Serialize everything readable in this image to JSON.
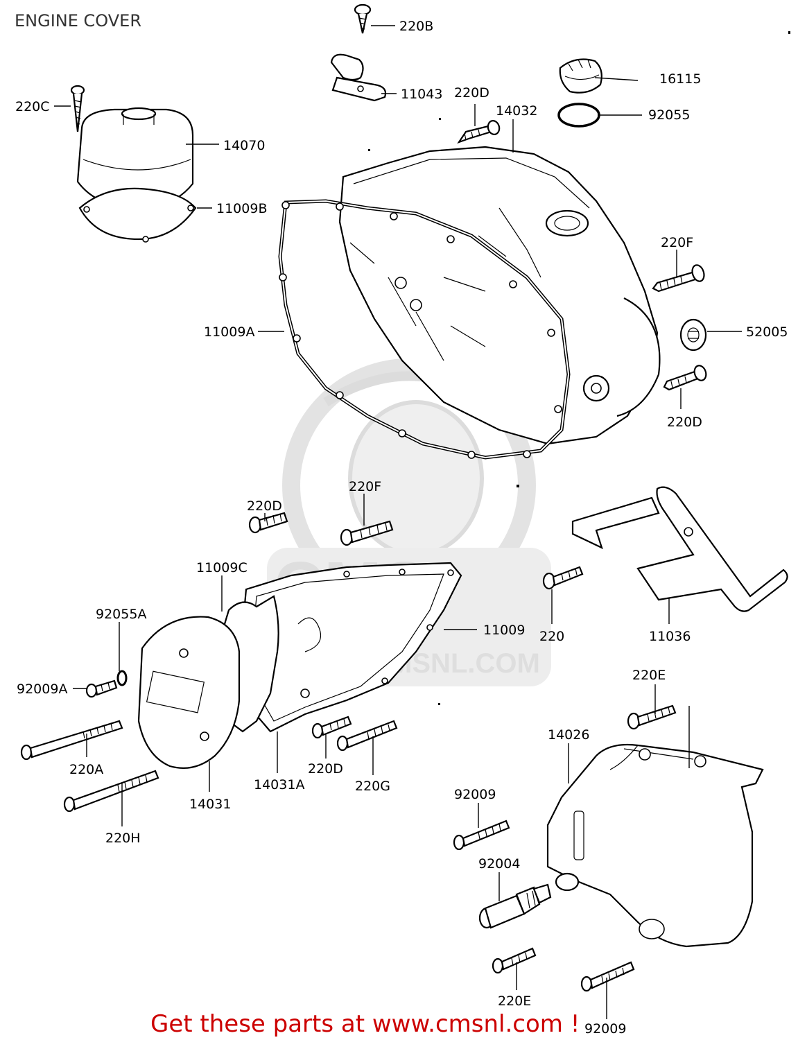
{
  "title": "ENGINE COVER",
  "labels": {
    "p220B": "220B",
    "p11043": "11043",
    "p220D_top": "220D",
    "p14032": "14032",
    "p16115": "16115",
    "p92055": "92055",
    "p220C": "220C",
    "p14070": "14070",
    "p11009B": "11009B",
    "p220F_right": "220F",
    "p11009A": "11009A",
    "p52005": "52005",
    "p220D_right": "220D",
    "p220D_mid": "220D",
    "p220F_mid": "220F",
    "p11009C": "11009C",
    "p92055A": "92055A",
    "p11009": "11009",
    "p220": "220",
    "p11036": "11036",
    "p92009A": "92009A",
    "p220E_top": "220E",
    "p14026": "14026",
    "p220A": "220A",
    "p14031A": "14031A",
    "p220D_low": "220D",
    "p220G": "220G",
    "p14031": "14031",
    "p92009_top": "92009",
    "p220H": "220H",
    "p92004": "92004",
    "p220E_bottom": "220E",
    "p92009_bottom": "92009"
  },
  "watermark": {
    "brand": "CMS",
    "url": "WWW.CMSNL.COM"
  },
  "footer": "Get these parts at www.cmsnl.com !"
}
